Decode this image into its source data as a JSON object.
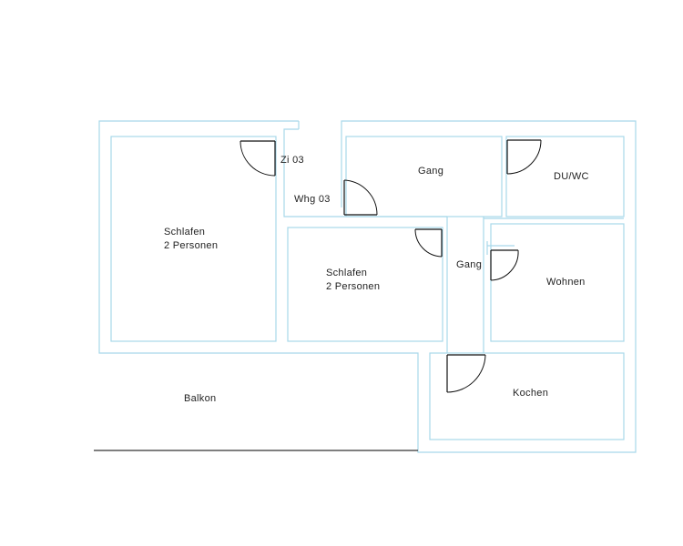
{
  "rooms": {
    "schlafen_left": {
      "line1": "Schlafen",
      "line2": "2 Personen"
    },
    "zi": "Zi 03",
    "whg": "Whg 03",
    "gang_top": "Gang",
    "du_wc": "DU/WC",
    "schlafen_mid": {
      "line1": "Schlafen",
      "line2": "2 Personen"
    },
    "gang_mid": "Gang",
    "wohnen": "Wohnen",
    "kochen": "Kochen",
    "balkon": "Balkon"
  },
  "colors": {
    "wall": "#a8d8ea",
    "door": "#111111",
    "text": "#222222"
  }
}
